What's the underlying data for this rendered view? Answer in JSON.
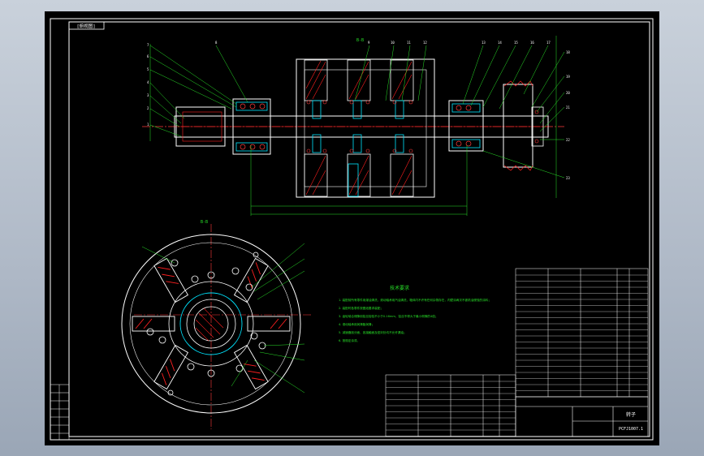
{
  "drawing": {
    "top_tag": "[俯视图]",
    "section_label_top": "B-B",
    "section_label_bottom": "B-B",
    "notes_title": "技术要求",
    "notes": [
      "1. 装配前所有零件用煤油清洗，滚动轴承用汽油清洗，箱体内不许有任何杂物存在，内壁涂两次不被机油侵蚀的涂料；",
      "2. 装配时各零件按图纸要求装配；",
      "3. 齿轮啮合侧隙用铅丝检验不小于0.16mm，铅丝不得大于最小侧隙的4倍；",
      "4. 滚动轴承用润滑脂润滑；",
      "5. 减速器剖分面、各接触面及密封处均不允许漏油；",
      "6. 按规定涂漆。"
    ],
    "title_block": {
      "name": "转子",
      "code": "PCFJ1007.1"
    }
  },
  "colors": {
    "background": "#000000",
    "outline": "#ffffff",
    "centerline": "#ff3b3b",
    "dimension": "#28e028",
    "hatch": "#ff2020",
    "accent": "#00e5ff",
    "frame": "#ffffff"
  }
}
